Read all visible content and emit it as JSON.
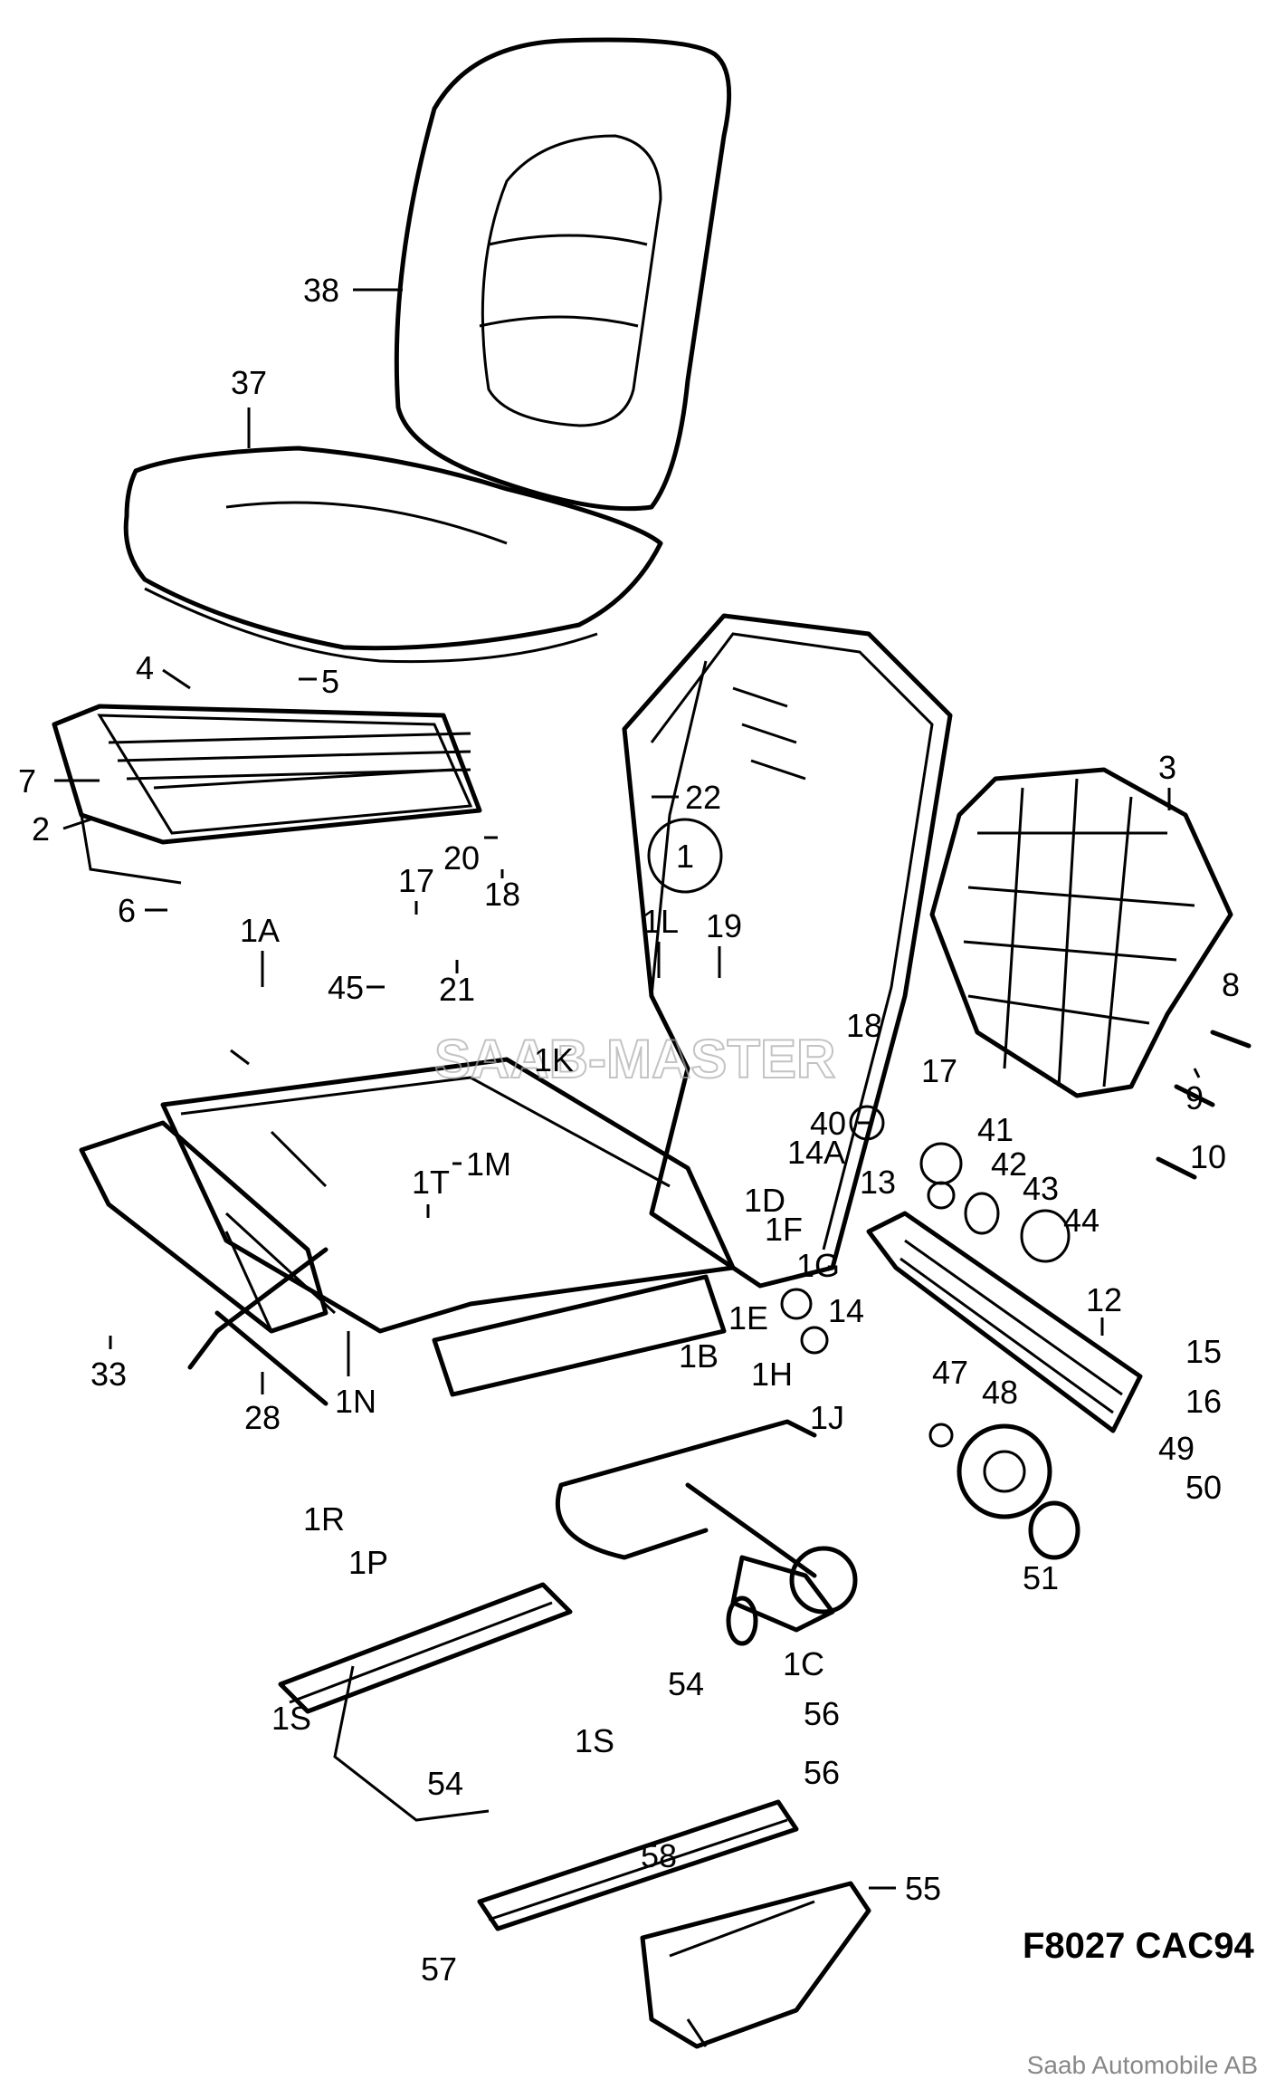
{
  "figure_code": "F8027  CAC94",
  "copyright": "Saab Automobile AB",
  "watermark": "SAAB-MASTER",
  "circled_label": "1",
  "callouts": [
    "38",
    "37",
    "4",
    "5",
    "7",
    "2",
    "6",
    "1A",
    "17",
    "20",
    "18",
    "21",
    "45",
    "22",
    "1L",
    "19",
    "1K",
    "1M",
    "1T",
    "33",
    "28",
    "1N",
    "3",
    "8",
    "9",
    "10",
    "18",
    "17",
    "40",
    "41",
    "42",
    "43",
    "44",
    "14A",
    "13",
    "1D",
    "1F",
    "1G",
    "1E",
    "14",
    "12",
    "15",
    "16",
    "1B",
    "1H",
    "1J",
    "47",
    "48",
    "49",
    "50",
    "51",
    "1R",
    "1P",
    "1C",
    "1S",
    "54",
    "1S",
    "56",
    "56",
    "54",
    "58",
    "55",
    "57"
  ]
}
